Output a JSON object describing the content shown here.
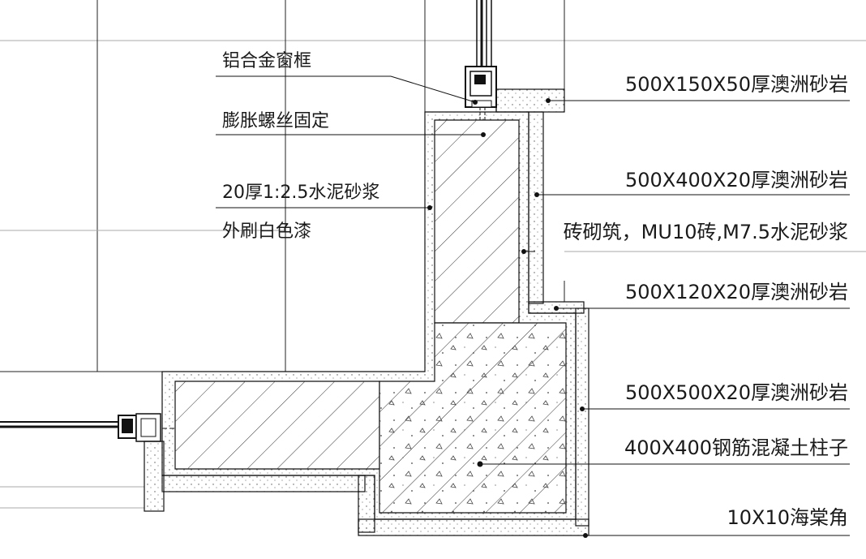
{
  "drawing": {
    "labels_left": [
      {
        "id": "window-frame",
        "text": "铝合金窗框"
      },
      {
        "id": "expansion-screw",
        "text": "膨胀螺丝固定"
      },
      {
        "id": "cement-mortar",
        "text": "20厚1:2.5水泥砂浆"
      },
      {
        "id": "white-paint",
        "text": "外刷白色漆"
      }
    ],
    "labels_right": [
      {
        "id": "sandstone-150",
        "text": "500X150X50厚澳洲砂岩"
      },
      {
        "id": "sandstone-400",
        "text": "500X400X20厚澳洲砂岩"
      },
      {
        "id": "brick-masonry",
        "text": "砖砌筑，MU10砖,M7.5水泥砂浆"
      },
      {
        "id": "sandstone-120",
        "text": "500X120X20厚澳洲砂岩"
      },
      {
        "id": "sandstone-500",
        "text": "500X500X20厚澳洲砂岩"
      },
      {
        "id": "rc-column",
        "text": "400X400钢筋混凝土柱子"
      },
      {
        "id": "corner-chamfer",
        "text": "10X10海棠角"
      }
    ]
  }
}
